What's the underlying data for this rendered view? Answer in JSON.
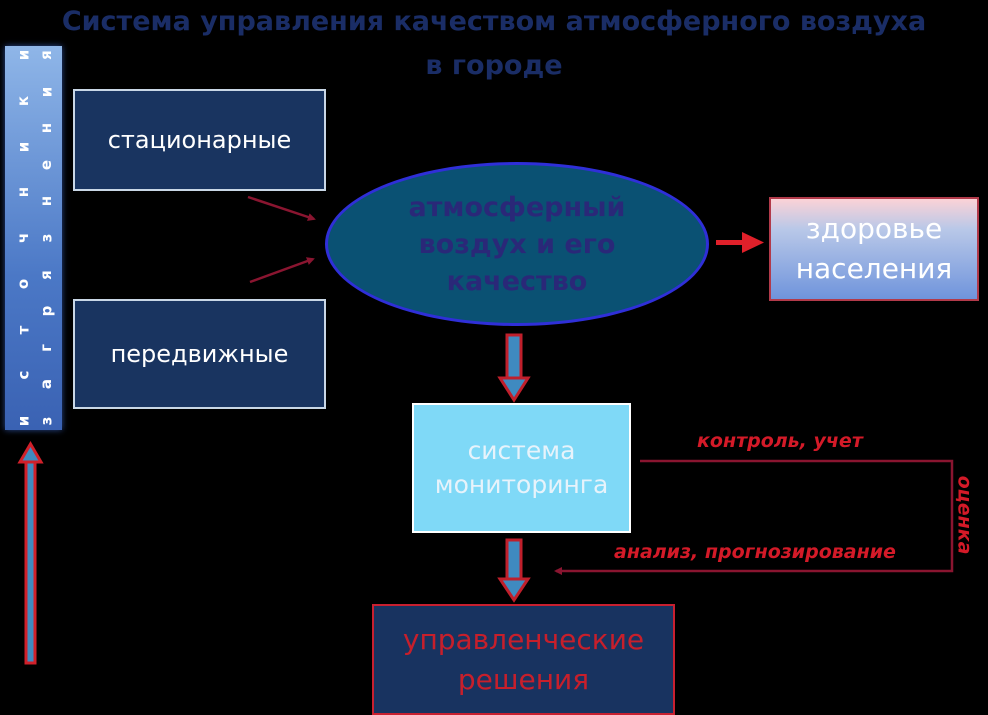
{
  "title": {
    "line1": "Система управления качеством атмосферного воздуха",
    "line2": "в городе"
  },
  "sources": {
    "word1": "источники",
    "word2": "загрязнения"
  },
  "nodes": {
    "stationary": "стационарные",
    "mobile": "передвижные",
    "air_line1": "атмосферный",
    "air_line2": "воздух и его",
    "air_line3": "качество",
    "health_line1": "здоровье",
    "health_line2": "населения",
    "monitoring_line1": "система",
    "monitoring_line2": "мониторинга",
    "decisions_line1": "управленческие",
    "decisions_line2": "решения"
  },
  "edge_labels": {
    "control": "контроль, учет",
    "evaluation": "оценка",
    "analysis": "анализ, прогнозирование"
  },
  "colors": {
    "red": "#d41a28",
    "arrow_dark": "#8a1530",
    "title": "#1a2d66"
  }
}
